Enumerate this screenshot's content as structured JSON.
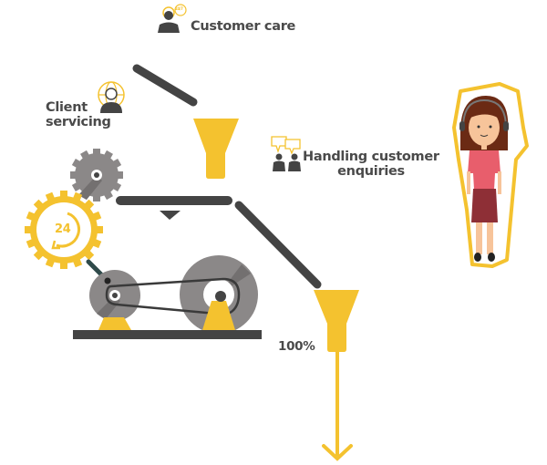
{
  "labels": {
    "customer_care": "Customer care",
    "client_servicing_line1": "Client",
    "client_servicing_line2": "servicing",
    "handling_line1": "Handling customer",
    "handling_line2": "enquiries",
    "output_percent": "100%",
    "gear_badge": "24",
    "customer_care_badge": "24/7"
  },
  "colors": {
    "accent": "#f4c22f",
    "dark": "#444444",
    "gear_gray": "#8b8888",
    "text": "#4a4a4a",
    "shirt": "#e85e6c",
    "skirt": "#8e2f36"
  }
}
